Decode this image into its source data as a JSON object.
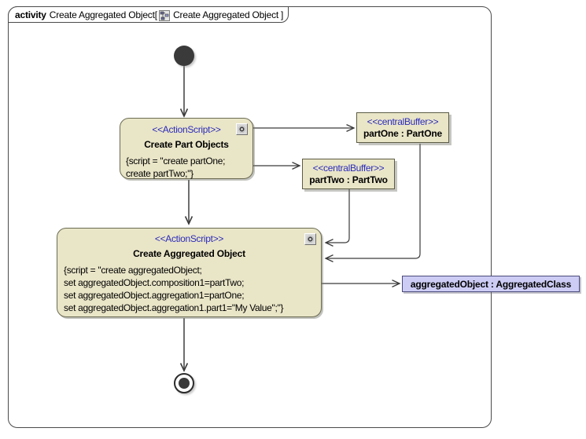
{
  "frame": {
    "keyword": "activity",
    "name": "Create Aggregated Object",
    "bracket_open": "[",
    "tag_name": "Create Aggregated Object",
    "bracket_close": "]",
    "diagram_icon": "activity-diagram-icon"
  },
  "colors": {
    "action_fill": "#e9e5c7",
    "action_border": "#6b6b52",
    "object_fill": "#ccccf5",
    "object_border": "#4a4a7a",
    "stereotype_text": "#2b2bbb",
    "frame_border": "#4a4a4a",
    "node_marker": "#3a3a3a",
    "edge": "#3a3a3a"
  },
  "nodes": {
    "initial": {
      "name": "initial-node"
    },
    "final": {
      "name": "activity-final-node"
    },
    "create_part_objects": {
      "stereotype": "<<ActionScript>>",
      "name": "Create Part Objects",
      "script": "{script = \"create partOne;\ncreate partTwo;\"}",
      "script_button": "script-properties-button"
    },
    "create_aggregated_object": {
      "stereotype": "<<ActionScript>>",
      "name": "Create Aggregated Object",
      "script": "{script = \"create aggregatedObject;\nset aggregatedObject.composition1=partTwo;\nset aggregatedObject.aggregation1=partOne;\nset aggregatedObject.aggregation1.part1=\"My Value\";\"}",
      "script_button": "script-properties-button"
    },
    "part_one_buffer": {
      "stereotype": "<<centralBuffer>>",
      "name": "partOne : PartOne"
    },
    "part_two_buffer": {
      "stereotype": "<<centralBuffer>>",
      "name": "partTwo : PartTwo"
    },
    "aggregated_object": {
      "name": "aggregatedObject : AggregatedClass"
    }
  },
  "edges": [
    {
      "name": "initial-to-create-part-objects",
      "from": "initial",
      "to": "create_part_objects"
    },
    {
      "name": "create-part-objects-to-part-one",
      "from": "create_part_objects",
      "to": "part_one_buffer"
    },
    {
      "name": "create-part-objects-to-part-two",
      "from": "create_part_objects",
      "to": "part_two_buffer"
    },
    {
      "name": "create-part-objects-to-create-aggregated-object",
      "from": "create_part_objects",
      "to": "create_aggregated_object"
    },
    {
      "name": "part-two-to-create-aggregated-object",
      "from": "part_two_buffer",
      "to": "create_aggregated_object"
    },
    {
      "name": "part-one-to-create-aggregated-object",
      "from": "part_one_buffer",
      "to": "create_aggregated_object"
    },
    {
      "name": "create-aggregated-object-to-aggregated-object",
      "from": "create_aggregated_object",
      "to": "aggregated_object"
    },
    {
      "name": "create-aggregated-object-to-final",
      "from": "create_aggregated_object",
      "to": "final"
    }
  ]
}
